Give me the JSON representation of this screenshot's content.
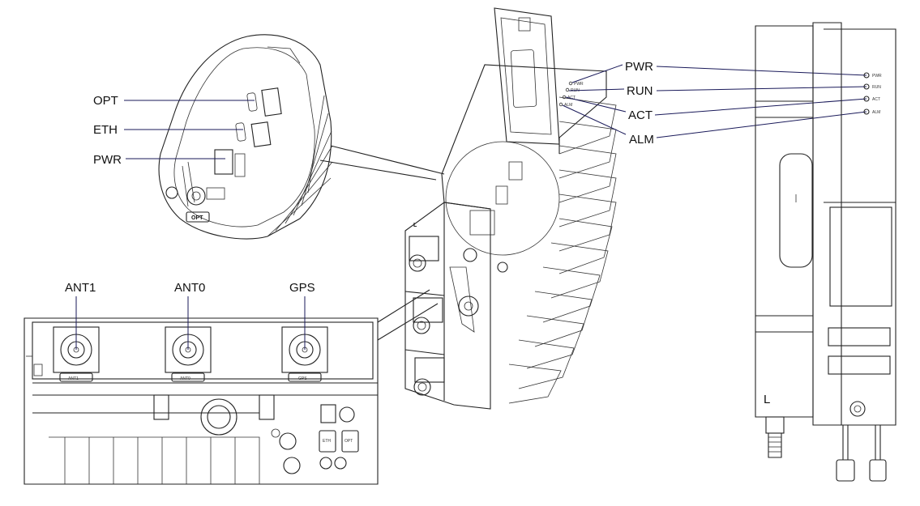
{
  "callouts": {
    "opt": "OPT",
    "eth": "ETH",
    "pwr_port": "PWR",
    "ant1": "ANT1",
    "ant0": "ANT0",
    "gps": "GPS",
    "led_pwr": "PWR",
    "led_run": "RUN",
    "led_act": "ACT",
    "led_alm": "ALM"
  },
  "panel_labels": {
    "ant1": "ANT1",
    "ant0": "ANT0",
    "gps": "GPS",
    "opt_port": "OPT",
    "eth_port": "ETH",
    "opt_small": "OPT",
    "side_mark": "L",
    "front_mark": "L"
  },
  "led_marks": {
    "pwr": "PWR",
    "run": "RUN",
    "act": "ACT",
    "alm": "ALM"
  }
}
